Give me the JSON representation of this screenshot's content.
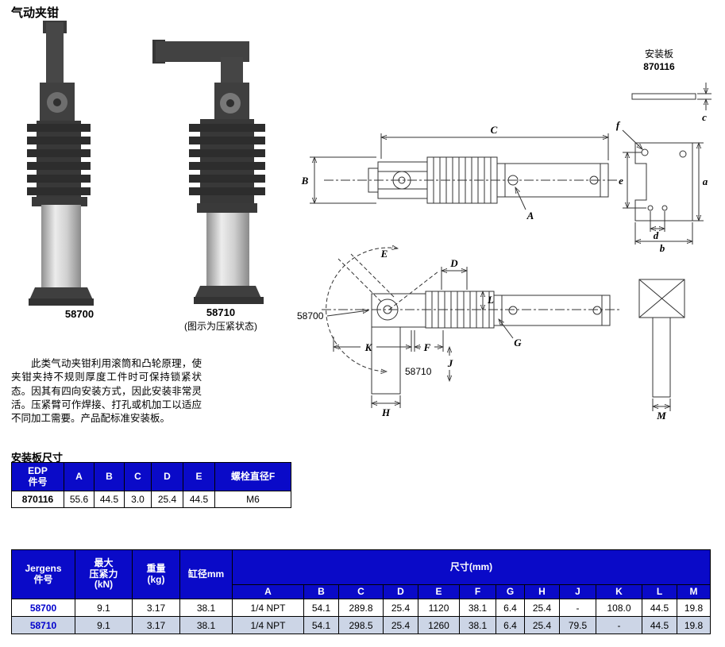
{
  "page_title": "气动夹钳",
  "products": {
    "left_label": "58700",
    "right_label": "58710",
    "caption": "(图示为压紧状态)"
  },
  "description": "此类气动夹钳利用滚筒和凸轮原理，使夹钳夹持不规则厚度工件时可保持锁紧状态。因其有四向安装方式，因此安装非常灵活。压紧臂可作焊接、打孔或机加工以适应不同加工需要。产品配标准安装板。",
  "drawings": {
    "plate_title": "安装板",
    "plate_number": "870116",
    "model_top": "58700",
    "model_bottom": "58710",
    "labels": {
      "A": "A",
      "B": "B",
      "C": "C",
      "D": "D",
      "E": "E",
      "F": "F",
      "G": "G",
      "H": "H",
      "J": "J",
      "K": "K",
      "L": "L",
      "M": "M",
      "a": "a",
      "b": "b",
      "c": "c",
      "d": "d",
      "e": "e",
      "f": "f"
    }
  },
  "mount_table": {
    "title": "安装板尺寸",
    "headers": [
      "EDP\n件号",
      "A",
      "B",
      "C",
      "D",
      "E",
      "螺栓直径F"
    ],
    "row": [
      "870116",
      "55.6",
      "44.5",
      "3.0",
      "25.4",
      "44.5",
      "M6"
    ]
  },
  "spec_table": {
    "col1": "Jergens\n件号",
    "col2": "最大\n压紧力\n(kN)",
    "col3": "重量\n(kg)",
    "col4": "缸径mm",
    "dims_header": "尺寸(mm)",
    "dim_cols": [
      "A",
      "B",
      "C",
      "D",
      "E",
      "F",
      "G",
      "H",
      "J",
      "K",
      "L",
      "M"
    ],
    "rows": [
      {
        "model": "58700",
        "force": "9.1",
        "weight": "3.17",
        "bore": "38.1",
        "dims": [
          "1/4 NPT",
          "54.1",
          "289.8",
          "25.4",
          "1120",
          "38.1",
          "6.4",
          "25.4",
          "-",
          "108.0",
          "44.5",
          "19.8"
        ]
      },
      {
        "model": "58710",
        "force": "9.1",
        "weight": "3.17",
        "bore": "38.1",
        "dims": [
          "1/4 NPT",
          "54.1",
          "298.5",
          "25.4",
          "1260",
          "38.1",
          "6.4",
          "25.4",
          "79.5",
          "-",
          "44.5",
          "19.8"
        ]
      }
    ]
  },
  "colors": {
    "header_blue": "#0a0ac8",
    "alt_row": "#ccd5e6",
    "model_text": "#0000cc"
  }
}
